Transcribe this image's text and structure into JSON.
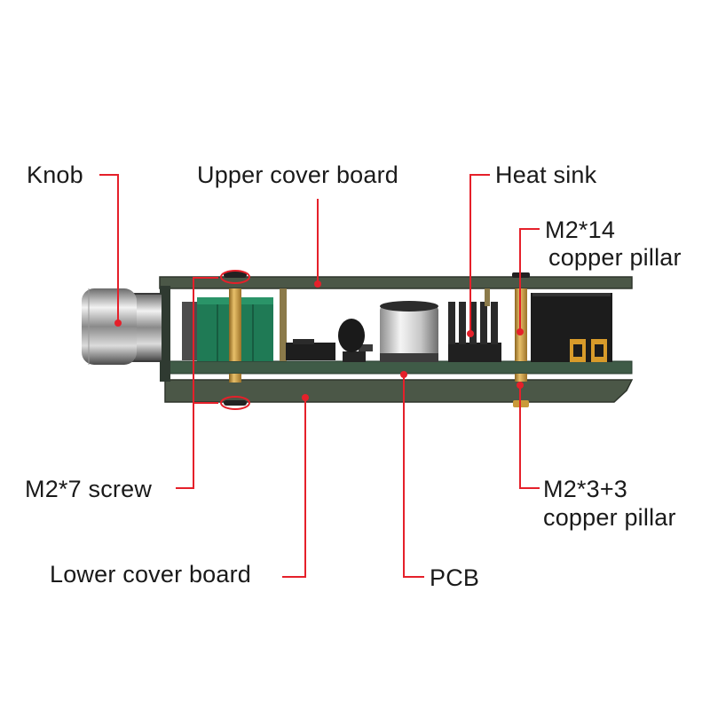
{
  "labels": {
    "knob": "Knob",
    "upper_cover_board": "Upper cover board",
    "heat_sink": "Heat sink",
    "m2x14_line1": "M2*14",
    "m2x14_line2": "copper pillar",
    "m2x7_screw": "M2*7 screw",
    "m2x3_line1": "M2*3+3",
    "m2x3_line2": "copper pillar",
    "lower_cover_board": "Lower cover board",
    "pcb": "PCB"
  },
  "colors": {
    "callout": "#e5202a",
    "board": "#4b5747",
    "pcb": "#3f5b47",
    "brass": "#c99a3a",
    "heatsink": "#2a2a2a",
    "potentiometer": "#1f7a55",
    "text": "#1a1a1a"
  }
}
